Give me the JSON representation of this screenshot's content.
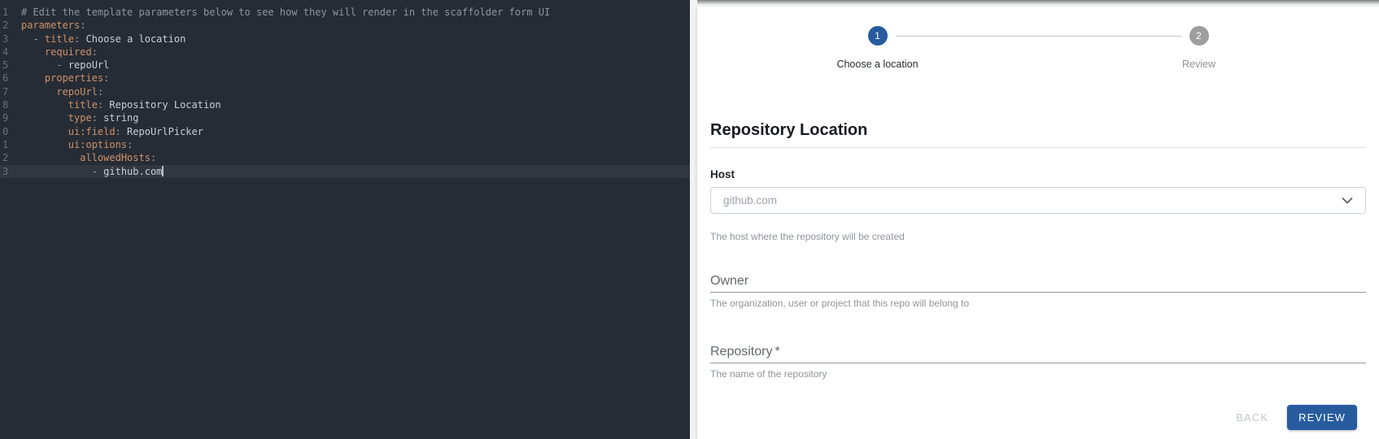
{
  "colors": {
    "primary": "#275b9e",
    "editor_bg": "#262c35",
    "editor_key": "#cf9168",
    "editor_value": "#c9ced7",
    "editor_comment": "#8e959d",
    "editor_punct": "#979ea9",
    "editor_line_number": "#697077",
    "stepper_inactive": "#9e9e9e"
  },
  "editor": {
    "cursor_line": 13,
    "lines": [
      {
        "n": "1",
        "tokens": [
          [
            "comment",
            "# Edit the template parameters below to see how they will render in the scaffolder form UI"
          ]
        ]
      },
      {
        "n": "2",
        "tokens": [
          [
            "key",
            "parameters"
          ],
          [
            "punct",
            ":"
          ]
        ]
      },
      {
        "n": "3",
        "tokens": [
          [
            "plain",
            "  "
          ],
          [
            "punct",
            "- "
          ],
          [
            "key",
            "title"
          ],
          [
            "punct",
            ":"
          ],
          [
            "value",
            " Choose a location"
          ]
        ]
      },
      {
        "n": "4",
        "tokens": [
          [
            "plain",
            "    "
          ],
          [
            "key",
            "required"
          ],
          [
            "punct",
            ":"
          ]
        ]
      },
      {
        "n": "5",
        "tokens": [
          [
            "plain",
            "      "
          ],
          [
            "punct",
            "- "
          ],
          [
            "value",
            "repoUrl"
          ]
        ]
      },
      {
        "n": "6",
        "tokens": [
          [
            "plain",
            "    "
          ],
          [
            "key",
            "properties"
          ],
          [
            "punct",
            ":"
          ]
        ]
      },
      {
        "n": "7",
        "tokens": [
          [
            "plain",
            "      "
          ],
          [
            "key",
            "repoUrl"
          ],
          [
            "punct",
            ":"
          ]
        ]
      },
      {
        "n": "8",
        "tokens": [
          [
            "plain",
            "        "
          ],
          [
            "key",
            "title"
          ],
          [
            "punct",
            ":"
          ],
          [
            "value",
            " Repository Location"
          ]
        ]
      },
      {
        "n": "9",
        "tokens": [
          [
            "plain",
            "        "
          ],
          [
            "key",
            "type"
          ],
          [
            "punct",
            ":"
          ],
          [
            "value",
            " string"
          ]
        ]
      },
      {
        "n": "0",
        "tokens": [
          [
            "plain",
            "        "
          ],
          [
            "key",
            "ui:field"
          ],
          [
            "punct",
            ":"
          ],
          [
            "value",
            " RepoUrlPicker"
          ]
        ]
      },
      {
        "n": "1",
        "tokens": [
          [
            "plain",
            "        "
          ],
          [
            "key",
            "ui:options"
          ],
          [
            "punct",
            ":"
          ]
        ]
      },
      {
        "n": "2",
        "tokens": [
          [
            "plain",
            "          "
          ],
          [
            "key",
            "allowedHosts"
          ],
          [
            "punct",
            ":"
          ]
        ]
      },
      {
        "n": "3",
        "tokens": [
          [
            "plain",
            "            "
          ],
          [
            "punct",
            "- "
          ],
          [
            "value",
            "github.com"
          ]
        ]
      }
    ]
  },
  "stepper": {
    "steps": [
      {
        "number": "1",
        "label": "Choose a location"
      },
      {
        "number": "2",
        "label": "Review"
      }
    ]
  },
  "form": {
    "title": "Repository Location",
    "host": {
      "label": "Host",
      "placeholder": "github.com",
      "helper": "The host where the repository will be created"
    },
    "owner": {
      "label": "Owner",
      "helper": "The organization, user or project that this repo will belong to"
    },
    "repository": {
      "label": "Repository",
      "required_marker": "*",
      "helper": "The name of the repository"
    },
    "actions": {
      "back_label": "BACK",
      "review_label": "REVIEW"
    }
  }
}
